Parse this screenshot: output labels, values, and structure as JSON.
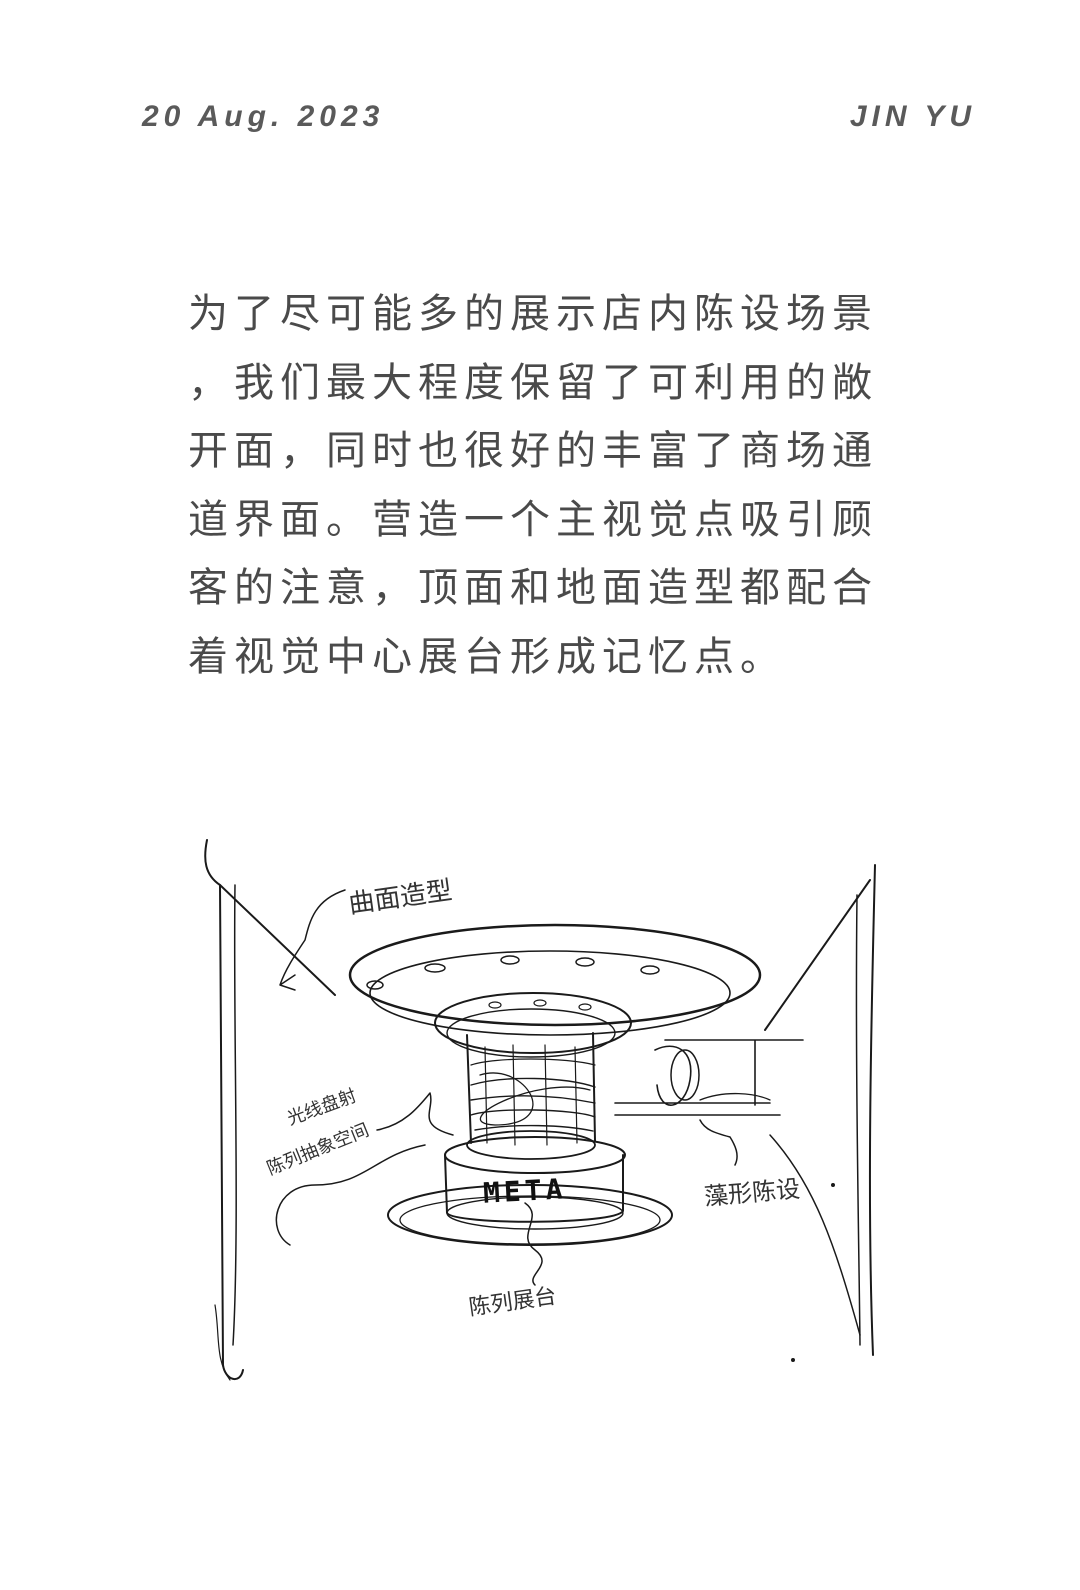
{
  "header": {
    "date": "20 Aug. 2023",
    "author": "JIN YU"
  },
  "body": {
    "lines": [
      "为了尽可能多的展示店内陈设场景",
      "，我们最大程度保留了可利用的敞",
      "开面，同时也很好的丰富了商场通",
      "道界面。营造一个主视觉点吸引顾",
      "客的注意，顶面和地面造型都配合",
      "着视觉中心展台形成记忆点。"
    ]
  },
  "sketch": {
    "pedestal_label": "META",
    "annotation_ceiling": "曲面造型",
    "annotation_light": "光线盘射",
    "annotation_display_upper": "陈列抽象空间",
    "annotation_right": "藻形陈设",
    "annotation_bottom": "陈列展台"
  }
}
